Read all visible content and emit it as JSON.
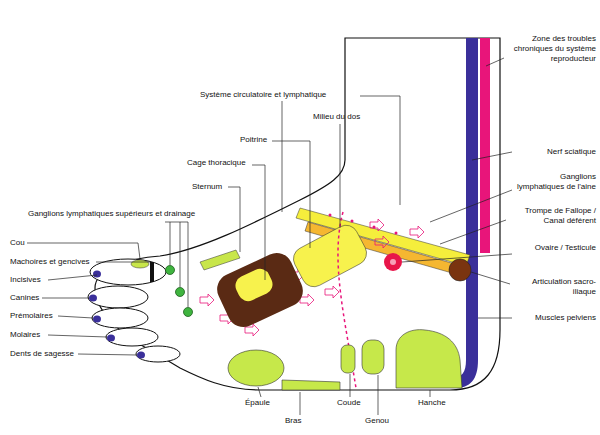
{
  "diagram": {
    "labels": [
      "Zone des troubles chroniques du système reproducteur",
      "Système circulatoire et lymphatique",
      "Milieu du dos",
      "Poitrine",
      "Cage thoracique",
      "Sternum",
      "Ganglions lymphatiques supérieurs et drainage",
      "Cou",
      "Machoires et gencives",
      "Incisives",
      "Canines",
      "Prémolaires",
      "Molaires",
      "Dents de sagesse",
      "Nerf sciatique",
      "Ganglions lymphatiques de l'aine",
      "Trompe de Fallope / Canal déférent",
      "Ovaire / Testicule",
      "Articulation sacro-iliaque",
      "Muscles pelviens",
      "Épaule",
      "Bras",
      "Coude",
      "Genou",
      "Hanche"
    ]
  }
}
